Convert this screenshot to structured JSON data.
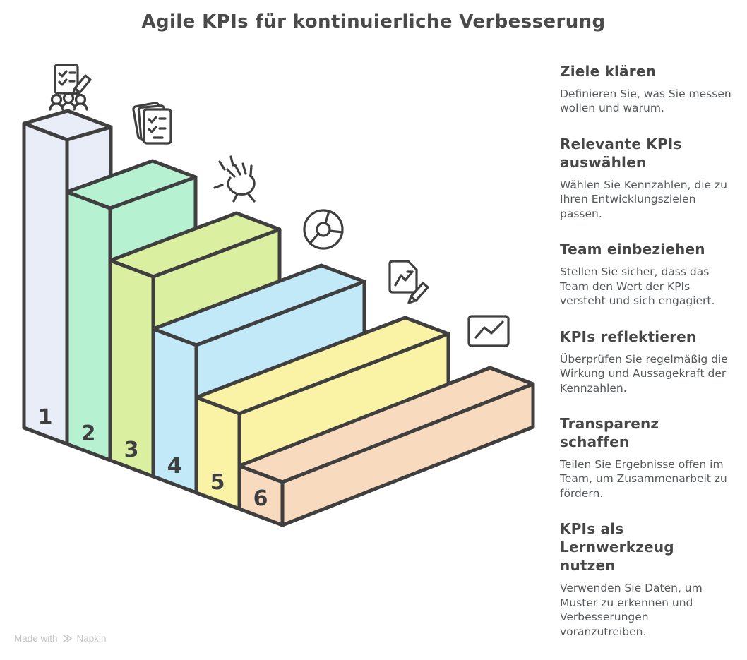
{
  "title": "Agile KPIs für kontinuierliche Verbesserung",
  "colors": {
    "outline": "#3F3F3F",
    "background": "#FFFFFF",
    "heading_text": "#474747",
    "body_text": "#55595B",
    "footer_text": "#C4C4C4"
  },
  "steps": [
    {
      "number": "1",
      "label": "Ziele klären",
      "description": "Definieren Sie, was Sie messen wollen und warum.",
      "color": "#E8EDF8",
      "icon": "team-checklist-icon"
    },
    {
      "number": "2",
      "label": "Relevante KPIs auswählen",
      "description": "Wählen Sie Kennzahlen, die zu Ihren Entwicklungszielen passen.",
      "color": "#B6F2D1",
      "icon": "checklist-pages-icon"
    },
    {
      "number": "3",
      "label": "Team einbeziehen",
      "description": "Stellen Sie sicher, dass das Team den Wert der KPIs versteht und sich engagiert.",
      "color": "#DBEFA0",
      "icon": "high-five-icon"
    },
    {
      "number": "4",
      "label": "KPIs reflektieren",
      "description": "Überprüfen Sie regelmäßig die Wirkung und Aussagekraft der Kennzahlen.",
      "color": "#C1E9F8",
      "icon": "wheel-chart-icon"
    },
    {
      "number": "5",
      "label": "Transparenz schaffen",
      "description": "Teilen Sie Ergebnisse offen im Team, um Zusammenarbeit zu fördern.",
      "color": "#FAF3A6",
      "icon": "report-edit-icon"
    },
    {
      "number": "6",
      "label": "KPIs als Lernwerkzeug nutzen",
      "description": "Verwenden Sie Daten, um Muster zu erkennen und Verbesserungen voranzutreiben.",
      "color": "#F8DABE",
      "icon": "trend-chart-icon"
    }
  ],
  "footer": {
    "made_with": "Made with",
    "brand": "Napkin"
  }
}
